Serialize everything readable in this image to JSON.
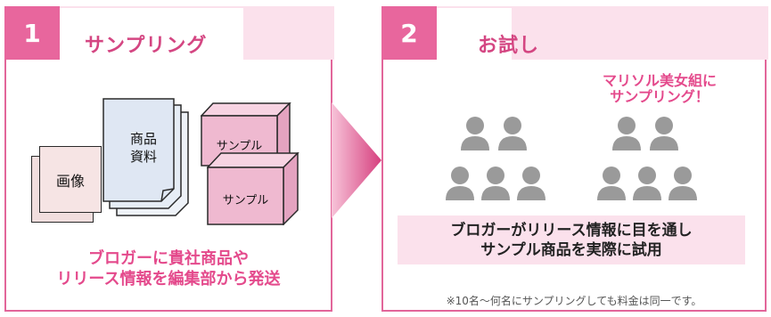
{
  "panel1": {
    "number": "1",
    "title": "サンプリング",
    "doc_label_line1": "商品",
    "doc_label_line2": "資料",
    "image_label": "画像",
    "box_top_label": "サンプル",
    "box_bottom_label": "サンプル",
    "caption_line1": "ブロガーに貴社商品や",
    "caption_line2": "リリース情報を編集部から発送"
  },
  "panel2": {
    "number": "2",
    "title": "お試し",
    "highlight_line1": "マリソル美女組に",
    "highlight_line2": "サンプリング！",
    "message_line1": "ブロガーがリリース情報に目を通し",
    "message_line2": "サンプル商品を実際に試用",
    "note": "※10名～何名にサンプリングしても料金は同一です。"
  },
  "colors": {
    "accent": "#e8669d",
    "band": "#fbe1ec",
    "caption": "#e44a8c",
    "person": "#9a9a9a",
    "doc_blue": "#dfe7f3",
    "box_pink": "#efb9d0"
  },
  "icons": [
    "person-icon",
    "document-icon",
    "image-card-icon",
    "box-icon",
    "arrow-icon"
  ]
}
